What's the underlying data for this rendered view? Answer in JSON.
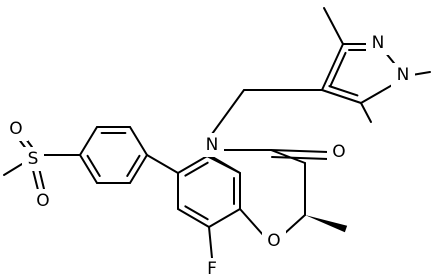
{
  "structure": {
    "atoms": {
      "fluorine": "F",
      "ring_oxygen": "O",
      "carbonyl_oxygen": "O",
      "lactam_nitrogen": "N",
      "pyrazole_nitrogen_1": "N",
      "pyrazole_nitrogen_2": "N",
      "sulfur": "S",
      "sulfonyl_oxygen_1": "O",
      "sulfonyl_oxygen_2": "O"
    },
    "colors": {
      "bond": "#000000",
      "label": "#000000",
      "background": "#ffffff"
    }
  }
}
